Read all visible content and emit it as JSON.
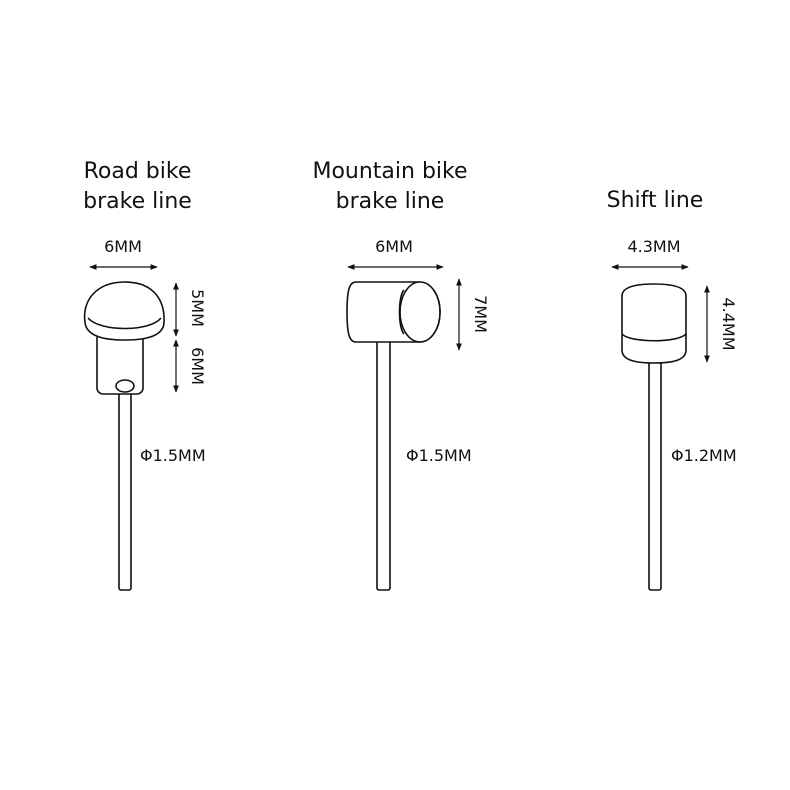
{
  "road": {
    "title_line1": "Road bike",
    "title_line2": "brake line",
    "width_label": "6MM",
    "head_height_label": "5MM",
    "neck_height_label": "6MM",
    "wire_label": "Φ1.5MM"
  },
  "mountain": {
    "title_line1": "Mountain bike",
    "title_line2": "brake line",
    "width_label": "6MM",
    "height_label": "7MM",
    "wire_label": "Φ1.5MM"
  },
  "shift": {
    "title_line1": "Shift line",
    "width_label": "4.3MM",
    "height_label": "4.4MM",
    "wire_label": "Φ1.2MM"
  },
  "colors": {
    "stroke": "#111111",
    "background": "#ffffff"
  }
}
